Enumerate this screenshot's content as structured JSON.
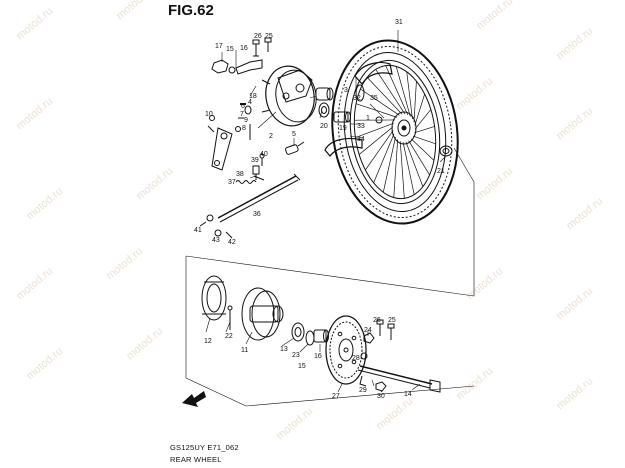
{
  "figure": {
    "title": "FIG.62",
    "model_code": "GS125UY E71_062",
    "name": "REAR WHEEL"
  },
  "watermark": {
    "text": "motod.ru",
    "color": "#d9c9b0"
  },
  "part_numbers": [
    "1",
    "2",
    "3",
    "4",
    "5",
    "6",
    "7",
    "8",
    "9",
    "10",
    "11",
    "12",
    "13",
    "14",
    "15",
    "16",
    "17",
    "18",
    "19",
    "20",
    "21",
    "22",
    "23",
    "24",
    "25",
    "26",
    "27",
    "28",
    "29",
    "30",
    "31",
    "32",
    "33",
    "34",
    "35",
    "36",
    "37",
    "38",
    "39",
    "40",
    "41",
    "42",
    "43"
  ],
  "icons": {
    "direction_arrow": "front-direction-arrow-icon"
  }
}
